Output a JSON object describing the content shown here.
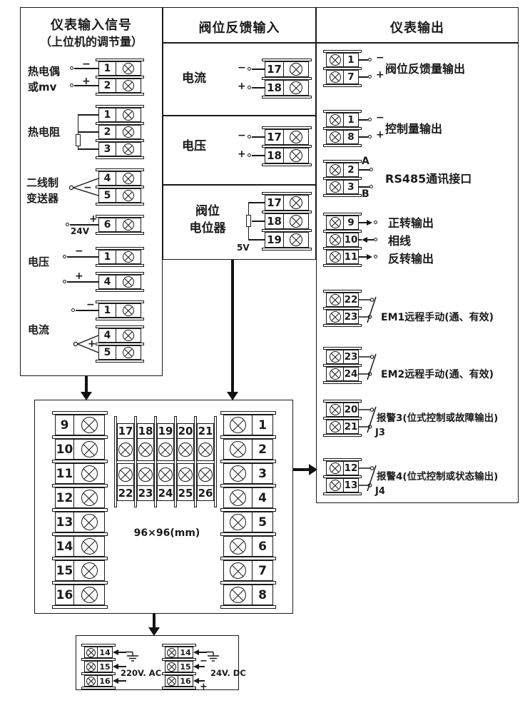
{
  "d": {
    "left": {
      "t1": "仪表输入信号",
      "t2": "（上位机的调节量）",
      "tc": {
        "l1": "热电偶",
        "l2": "或mv",
        "m": "−",
        "p": "+",
        "n1": "1",
        "n2": "2"
      },
      "rtd": {
        "l": "热电阻",
        "n1": "1",
        "n2": "2",
        "n3": "3"
      },
      "tx": {
        "l1": "二线制",
        "l2": "变送器",
        "m": "−",
        "p": "+",
        "v": "24V",
        "n1": "4",
        "n2": "5",
        "n3": "6"
      },
      "vol": {
        "l": "电压",
        "m": "−",
        "p": "+",
        "n1": "1",
        "n2": "4"
      },
      "cur": {
        "l": "电流",
        "m": "−",
        "p": "+",
        "n1": "1",
        "n2": "4",
        "n3": "5"
      }
    },
    "mid": {
      "title": "阀位反馈输入",
      "cur": {
        "l": "电流",
        "m": "−",
        "p": "+",
        "n1": "17",
        "n2": "18"
      },
      "vol": {
        "l": "电压",
        "m": "−",
        "p": "+",
        "n1": "17",
        "n2": "18"
      },
      "pot": {
        "l1": "阀位",
        "l2": "电位器",
        "n1": "17",
        "n2": "18",
        "n3": "19",
        "v": "5V"
      }
    },
    "out": {
      "title": "仪表输出",
      "g1": {
        "n1": "1",
        "n2": "7",
        "m": "−",
        "p": "+",
        "l": "阀位反馈量输出"
      },
      "g2": {
        "n1": "1",
        "n2": "8",
        "m": "−",
        "p": "+",
        "l": "控制量输出"
      },
      "g3": {
        "n1": "2",
        "n2": "3",
        "a": "A",
        "b": "B",
        "l": "RS485通讯接口"
      },
      "g4": {
        "n1": "9",
        "n2": "10",
        "n3": "11",
        "l1": "正转输出",
        "l2": "相线",
        "l3": "反转输出"
      },
      "g5": {
        "n1": "22",
        "n2": "23",
        "l": "EM1远程手动(通、有效)"
      },
      "g6": {
        "n1": "23",
        "n2": "24",
        "l": "EM2远程手动(通、有效)"
      },
      "g7": {
        "n1": "20",
        "n2": "21",
        "j": "J3",
        "l": "报警3(位式控制或故障输出)"
      },
      "g8": {
        "n1": "12",
        "n2": "13",
        "j": "J4",
        "l": "报警4(位式控制或状态输出)"
      }
    },
    "blk": {
      "lcol": [
        "9",
        "10",
        "11",
        "12",
        "13",
        "14",
        "15",
        "16"
      ],
      "trow": [
        "17",
        "18",
        "19",
        "20",
        "21"
      ],
      "brow": [
        "22",
        "23",
        "24",
        "25",
        "26"
      ],
      "rcol": [
        "1",
        "2",
        "3",
        "4",
        "5",
        "6",
        "7",
        "8"
      ],
      "size": "96×96(mm)"
    },
    "pwr": {
      "ac": {
        "n1": "14",
        "n2": "15",
        "n3": "16",
        "l": "220V. AC"
      },
      "dc": {
        "n1": "14",
        "n2": "15",
        "n3": "16",
        "l": "24V. DC",
        "m": "−",
        "p": "+"
      }
    }
  }
}
